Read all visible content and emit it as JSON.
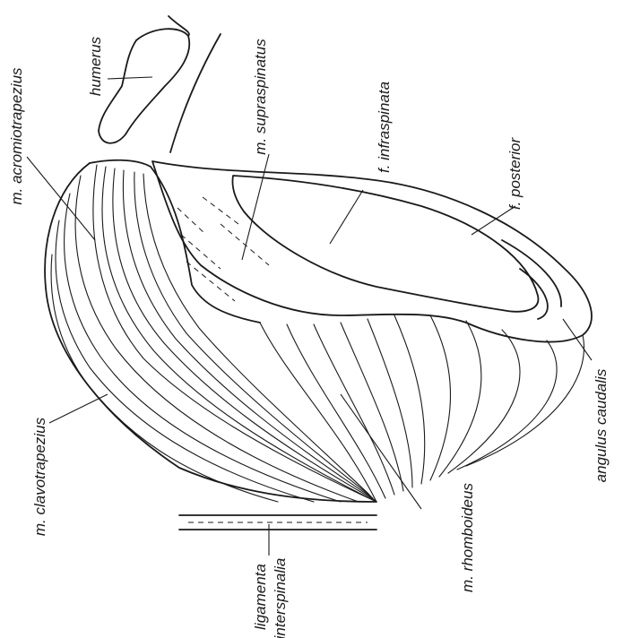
{
  "figure": {
    "labels": {
      "humerus": "humerus",
      "supraspinatus": "m. supraspinatus",
      "acromiotrapezius": "m. acromiotrapezius",
      "infraspinata": "f. infraspinata",
      "posterior": "f. posterior",
      "angulus": "angulus caudalis",
      "rhomboideus": "m. rhomboideus",
      "clavotrapezius": "m. clavotrapezius",
      "ligamenta_1": "ligamenta",
      "ligamenta_2": "interspinalia"
    }
  }
}
